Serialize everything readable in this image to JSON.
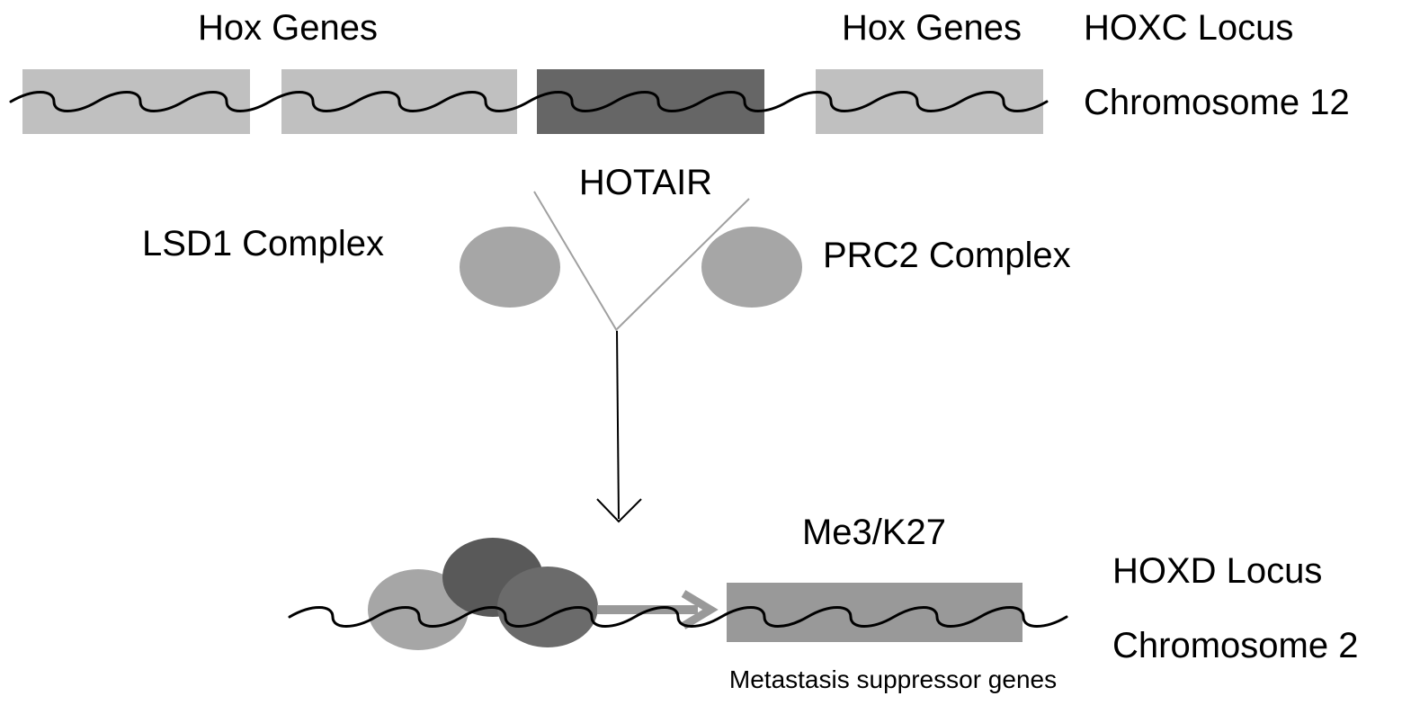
{
  "top": {
    "hox_genes_left": "Hox Genes",
    "hox_genes_right": "Hox Genes",
    "locus": "HOXC Locus",
    "chromosome": "Chromosome 12",
    "lncrna": "HOTAIR"
  },
  "complexes": {
    "left": "LSD1 Complex",
    "right": "PRC2 Complex"
  },
  "bottom": {
    "mark": "Me3/K27",
    "locus": "HOXD Locus",
    "chromosome": "Chromosome 2",
    "target": "Metastasis suppressor genes"
  },
  "colors": {
    "gene_block_light": "#c0c0c0",
    "gene_block_hotair": "#666666",
    "gene_block_target": "#999999",
    "complex_light": "#a6a6a6",
    "complex_dark": "#595959",
    "complex_mid": "#6b6b6b",
    "arrow_gray": "#999999",
    "line_gray": "#a0a0a0"
  }
}
